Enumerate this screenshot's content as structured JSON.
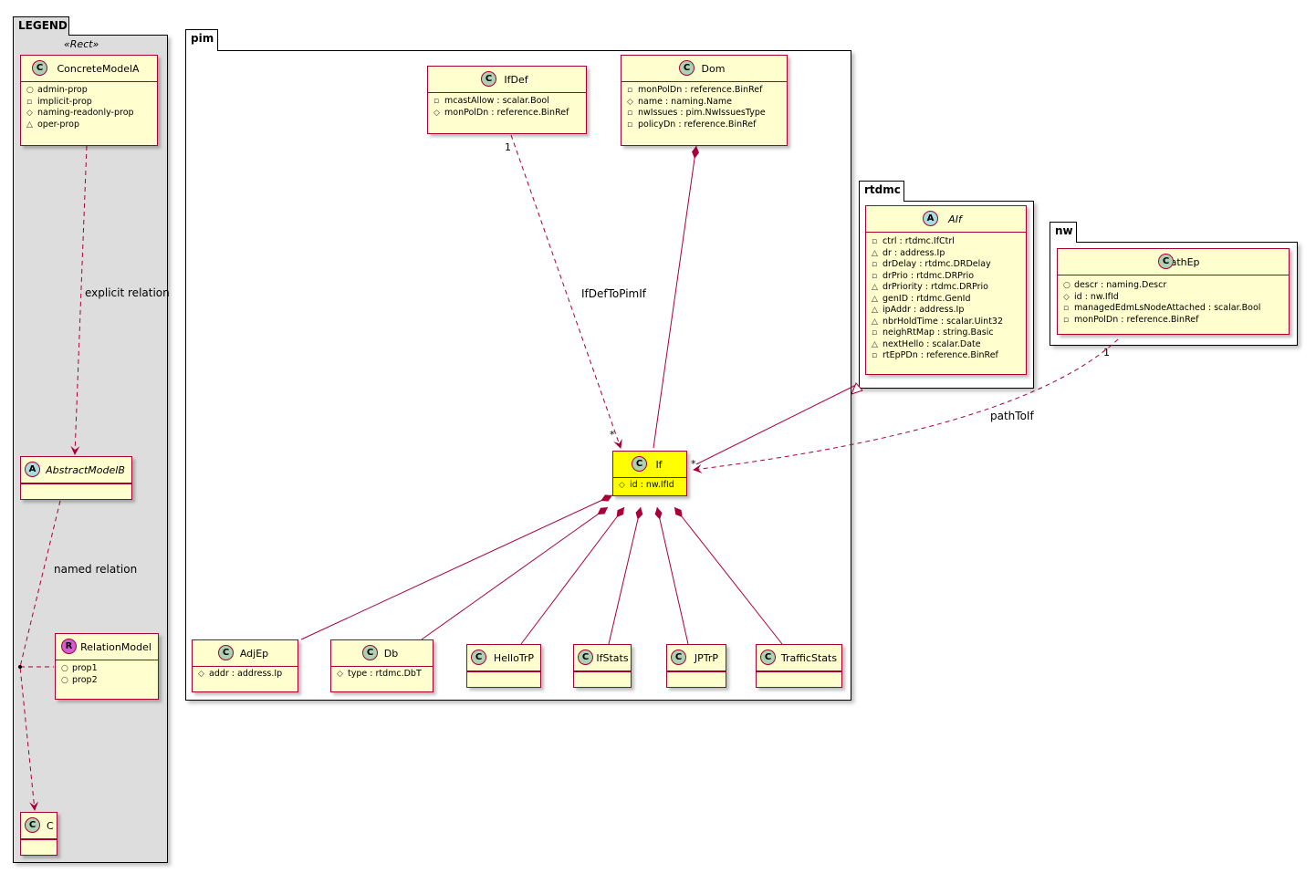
{
  "packages": {
    "legend": "LEGEND",
    "pim": "pim",
    "rtdmc": "rtdmc",
    "nw": "nw"
  },
  "legend": {
    "stereotype": "«Rect»",
    "concrete": {
      "name": "ConcreteModelA",
      "attrs": [
        "admin-prop",
        "implicit-prop",
        "naming-readonly-prop",
        "oper-prop"
      ]
    },
    "abstract": {
      "name": "AbstractModelB"
    },
    "relation": {
      "name": "RelationModel",
      "attrs": [
        "prop1",
        "prop2"
      ]
    },
    "c": {
      "name": "C"
    },
    "explicit_label": "explicit relation",
    "named_label": "named relation"
  },
  "classes": {
    "ifdef": {
      "name": "IfDef",
      "attrs": [
        "mcastAllow : scalar.Bool",
        "monPolDn : reference.BinRef"
      ]
    },
    "dom": {
      "name": "Dom",
      "attrs": [
        "monPolDn : reference.BinRef",
        "name : naming.Name",
        "nwIssues : pim.NwIssuesType",
        "policyDn : reference.BinRef"
      ]
    },
    "if": {
      "name": "If",
      "attrs": [
        "id : nw.IfId"
      ]
    },
    "adjep": {
      "name": "AdjEp",
      "attrs": [
        "addr : address.Ip"
      ]
    },
    "db": {
      "name": "Db",
      "attrs": [
        "type : rtdmc.DbT"
      ]
    },
    "hellotrp": {
      "name": "HelloTrP"
    },
    "ifstats": {
      "name": "IfStats"
    },
    "jptrp": {
      "name": "JPTrP"
    },
    "trafficstats": {
      "name": "TrafficStats"
    },
    "aif": {
      "name": "AIf",
      "attrs": [
        "ctrl : rtdmc.IfCtrl",
        "dr : address.Ip",
        "drDelay : rtdmc.DRDelay",
        "drPrio : rtdmc.DRPrio",
        "drPriority : rtdmc.DRPrio",
        "genID : rtdmc.GenId",
        "ipAddr : address.Ip",
        "nbrHoldTime : scalar.Uint32",
        "neighRtMap : string.Basic",
        "nextHello : scalar.Date",
        "rtEpPDn : reference.BinRef"
      ]
    },
    "pathep": {
      "name": "PathEp",
      "attrs": [
        "descr : naming.Descr",
        "id : nw.IfId",
        "managedEdmLsNodeAttached : scalar.Bool",
        "monPolDn : reference.BinRef"
      ]
    }
  },
  "labels": {
    "ifdef_to_pimif": "IfDefToPimIf",
    "path_to_if": "pathToIf",
    "mult_one_a": "1",
    "mult_many_a": "*",
    "mult_many_b": "*",
    "mult_one_b": "1"
  },
  "colors": {
    "class_fill": "#fefece",
    "class_border": "#a80036",
    "highlight_fill": "#ffff00",
    "legend_fill": "#dddddd",
    "badge_class": "#add1b2",
    "badge_abstract": "#a9dcdf",
    "badge_relation": "#d65cd6"
  }
}
